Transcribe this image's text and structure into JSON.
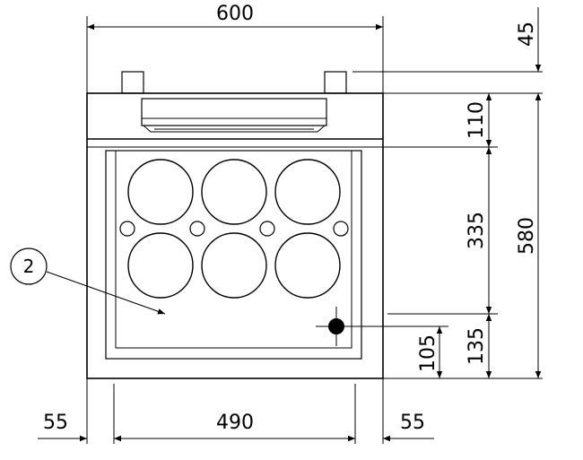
{
  "dimensions": {
    "width_top": "600",
    "pipe_height": "45",
    "control_panel_height": "110",
    "oven_body_height": "335",
    "total_height": "580",
    "bottom_zone_height": "135",
    "connection_height": "105",
    "left_margin": "55",
    "inner_width": "490",
    "right_margin": "55"
  },
  "callout": {
    "number": "2"
  },
  "components": {
    "burners_top_row": 3,
    "burners_bottom_row": 3,
    "small_knobs": 4
  }
}
